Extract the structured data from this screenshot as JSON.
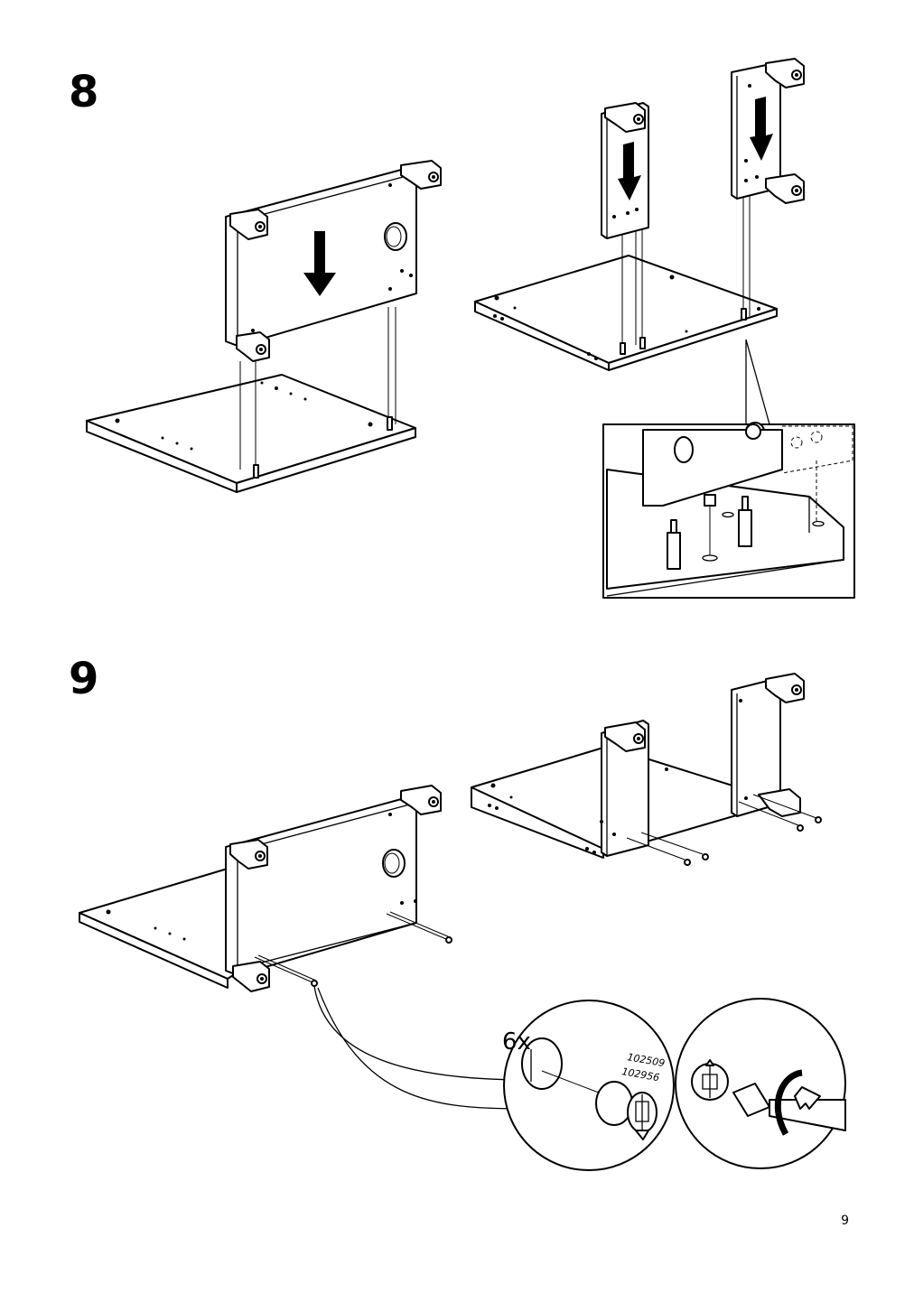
{
  "steps": [
    {
      "number": "8"
    },
    {
      "number": "9"
    }
  ],
  "detail_callout": {
    "quantity": "6x",
    "part_codes": [
      "102509",
      "102956"
    ]
  },
  "page": {
    "number": "9"
  },
  "icons": [
    "down-arrow-icon",
    "screwdriver-icon",
    "clockwise-rotation-icon",
    "cam-lock-icon",
    "wooden-dowel-icon"
  ]
}
